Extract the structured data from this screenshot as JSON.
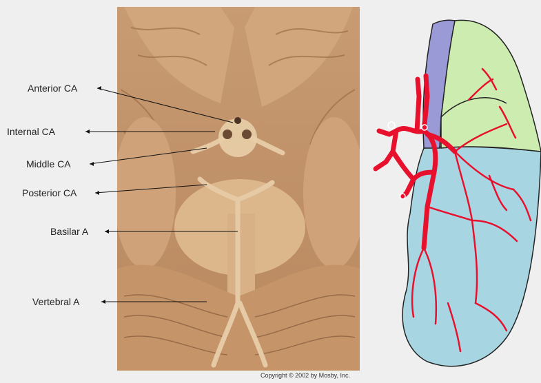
{
  "labels": {
    "anterior": "Anterior CA",
    "internal": "Internal CA",
    "middle": "Middle CA",
    "posterior": "Posterior CA",
    "basilar": "Basilar A",
    "vertebral": "Vertebral A"
  },
  "copyright": "Copyright © 2002 by Mosby, Inc.",
  "colors": {
    "background": "#efefef",
    "tissue": "#c79a72",
    "artery": "#e8112d",
    "territory_anterior": "#9a9ad6",
    "territory_posterior": "#cdecb0",
    "territory_middle": "#a8d5e2"
  }
}
